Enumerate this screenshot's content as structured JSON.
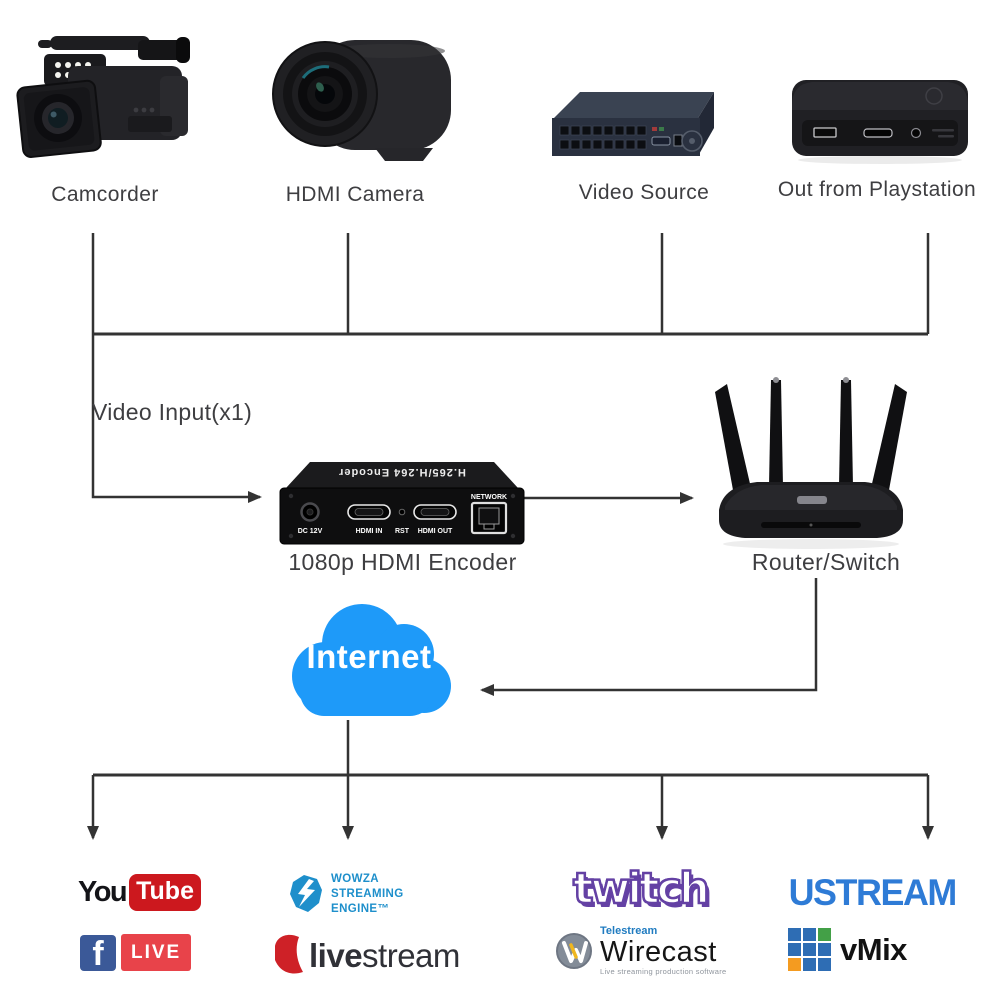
{
  "sources": [
    {
      "label": "Camcorder"
    },
    {
      "label": "HDMI Camera"
    },
    {
      "label": "Video Source"
    },
    {
      "label": "Out from Playstation"
    }
  ],
  "flow_labels": {
    "video_input": "Video Input(x1)"
  },
  "encoder": {
    "caption": "1080p HDMI Encoder",
    "top_marking": "H.265/H.264 Encoder",
    "ports": {
      "power": "DC 12V",
      "hdmi_in": "HDMI IN",
      "reset": "RST",
      "hdmi_out": "HDMI OUT",
      "network": "NETWORK"
    }
  },
  "router": {
    "caption": "Router/Switch"
  },
  "internet": {
    "label": "Internet",
    "color": "#1E9AF9"
  },
  "line_color": "#333333",
  "platforms": {
    "youtube": {
      "text_left": "You",
      "text_right": "Tube",
      "red": "#CC181E"
    },
    "facebook_live": {
      "icon_letter": "f",
      "label": "LIVE",
      "blue": "#3B5998",
      "red": "#E8434A"
    },
    "wowza": {
      "lines": [
        "WOWZA",
        "STREAMING",
        "ENGINE™"
      ],
      "blue": "#1E8FCB"
    },
    "livestream": {
      "bold": "live",
      "light": "stream",
      "red": "#CE2127"
    },
    "twitch": {
      "label": "twitch",
      "purple": "#6441A4"
    },
    "wirecast": {
      "brand": "Telestream",
      "name": "Wirecast",
      "tagline": "Live streaming production software",
      "blue": "#1F7BC0"
    },
    "ustream": {
      "label": "USTREAM",
      "blue": "#2E7BD6"
    },
    "vmix": {
      "label": "vMix",
      "blue": "#2E6DB4",
      "green": "#43A047",
      "orange": "#F49B20"
    }
  }
}
